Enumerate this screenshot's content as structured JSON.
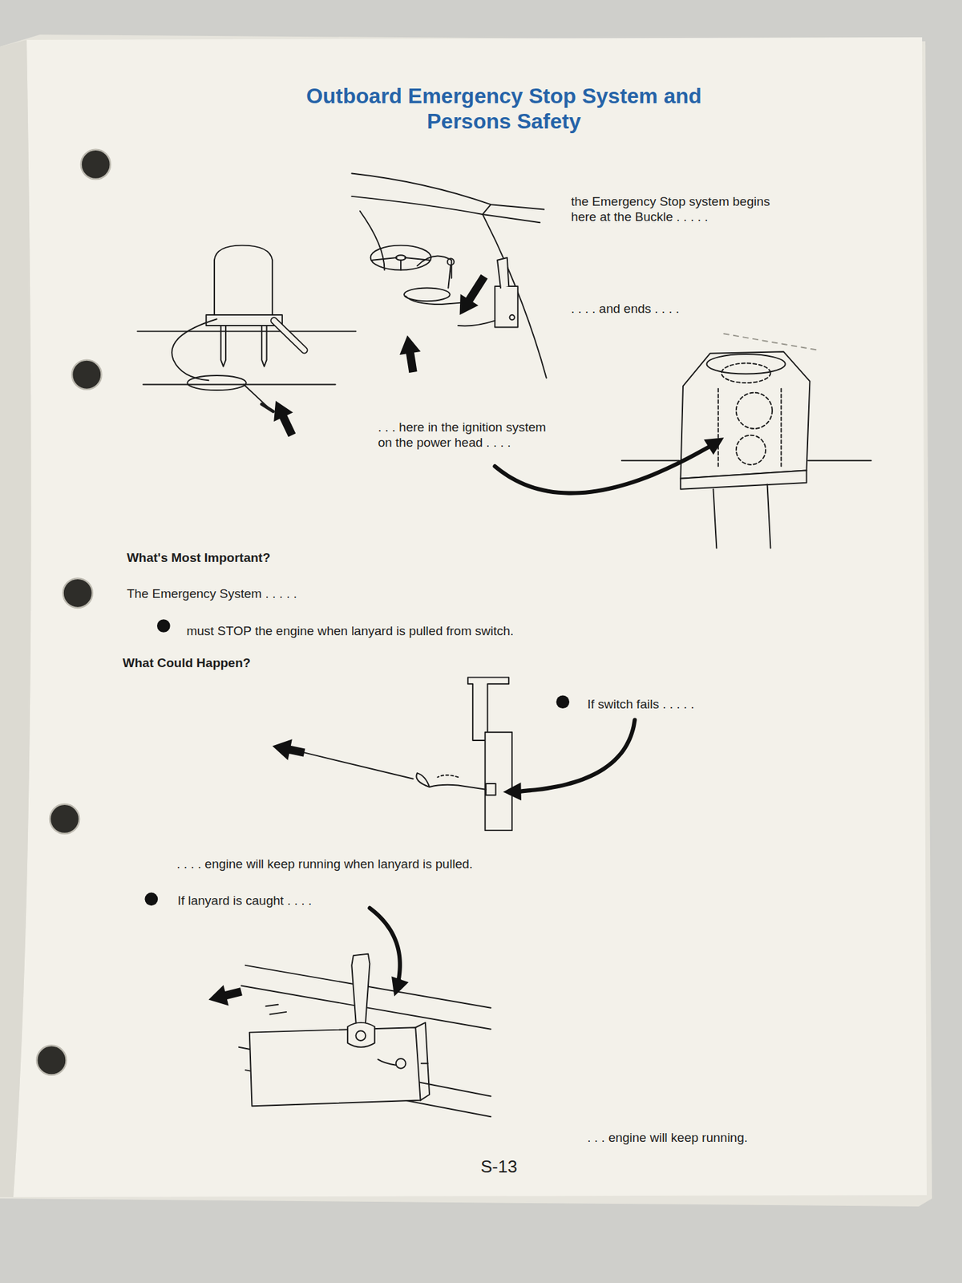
{
  "diagram": {
    "title": "Outboard Emergency Stop System and Persons Safety",
    "labels": [
      "the Emergency Stop system begins here at the Buckle . . . . .",
      ". . . . and ends . . . .",
      ". . . here in the ignition system on the power head . . . .",
      "What's Most Important?",
      "The Emergency System . . . . .",
      "must STOP the engine when lanyard is pulled from switch.",
      "What Could Happen?",
      "If switch fails . . . . .",
      ". . . . engine will keep running when lanyard is pulled.",
      "If lanyard is caught . . . .",
      ". . . engine will keep running.",
      "S-13"
    ]
  }
}
